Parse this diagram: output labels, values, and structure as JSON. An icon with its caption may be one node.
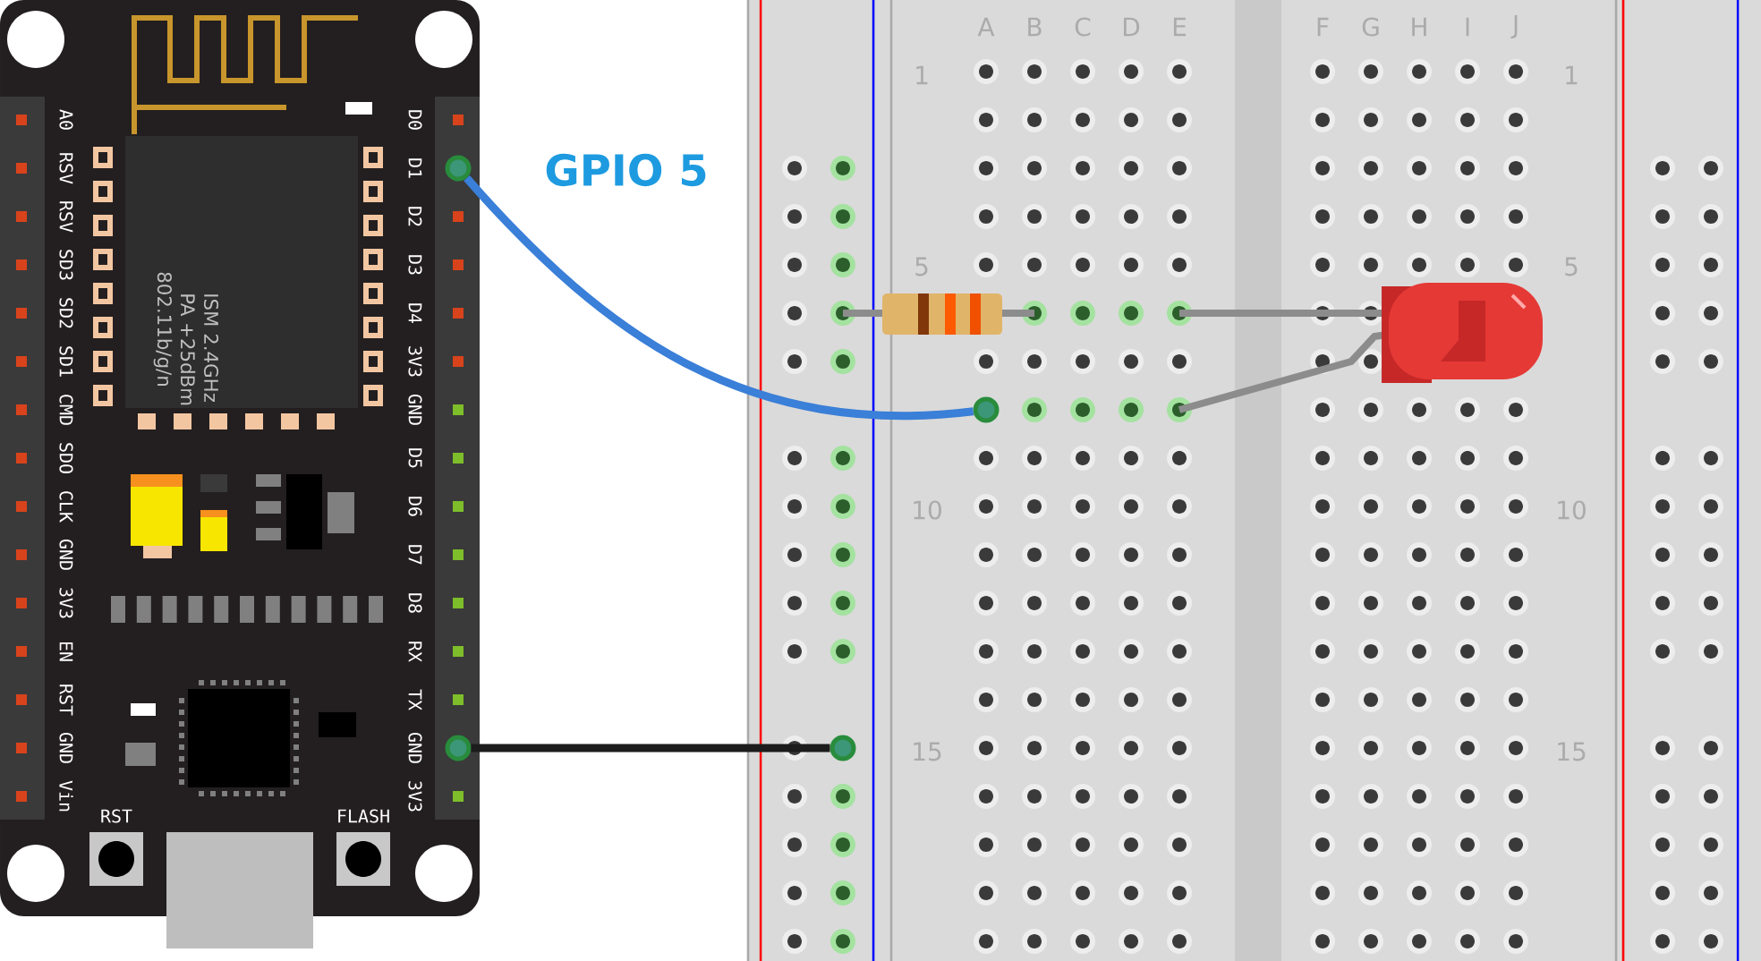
{
  "diagram": {
    "nodes": [
      {
        "text": [],
        "shape": "circle"
      },
      {
        "text": [],
        "shape": "circle"
      },
      {
        "text": [],
        "shape": "circle"
      },
      {
        "text": [],
        "shape": "circle"
      }
    ],
    "edges": [
      {
        "from": 0,
        "to": 1,
        "arrow": "none",
        "color": "#3a7fd8"
      },
      {
        "from": 2,
        "to": 3,
        "arrow": "none",
        "color": "#1c1c1c"
      }
    ],
    "labels": [
      "GPIO 5",
      "A0",
      "RSV",
      "RSV",
      "SD3",
      "SD2",
      "SD1",
      "CMD",
      "SDO",
      "CLK",
      "GND",
      "3V3",
      "EN",
      "RST",
      "GND",
      "Vin",
      "D0",
      "D1",
      "D2",
      "D3",
      "D4",
      "3V3",
      "GND",
      "D5",
      "D6",
      "D7",
      "D8",
      "RX",
      "TX",
      "GND",
      "3V3",
      "802.11b/g/n",
      "PA +25dBm",
      "ISM 2.4GHz",
      "RST",
      "FLASH",
      "A",
      "B",
      "C",
      "D",
      "E",
      "F",
      "G",
      "H",
      "I",
      "J",
      "1",
      "1",
      "5",
      "5",
      "10",
      "10",
      "15",
      "15"
    ]
  }
}
